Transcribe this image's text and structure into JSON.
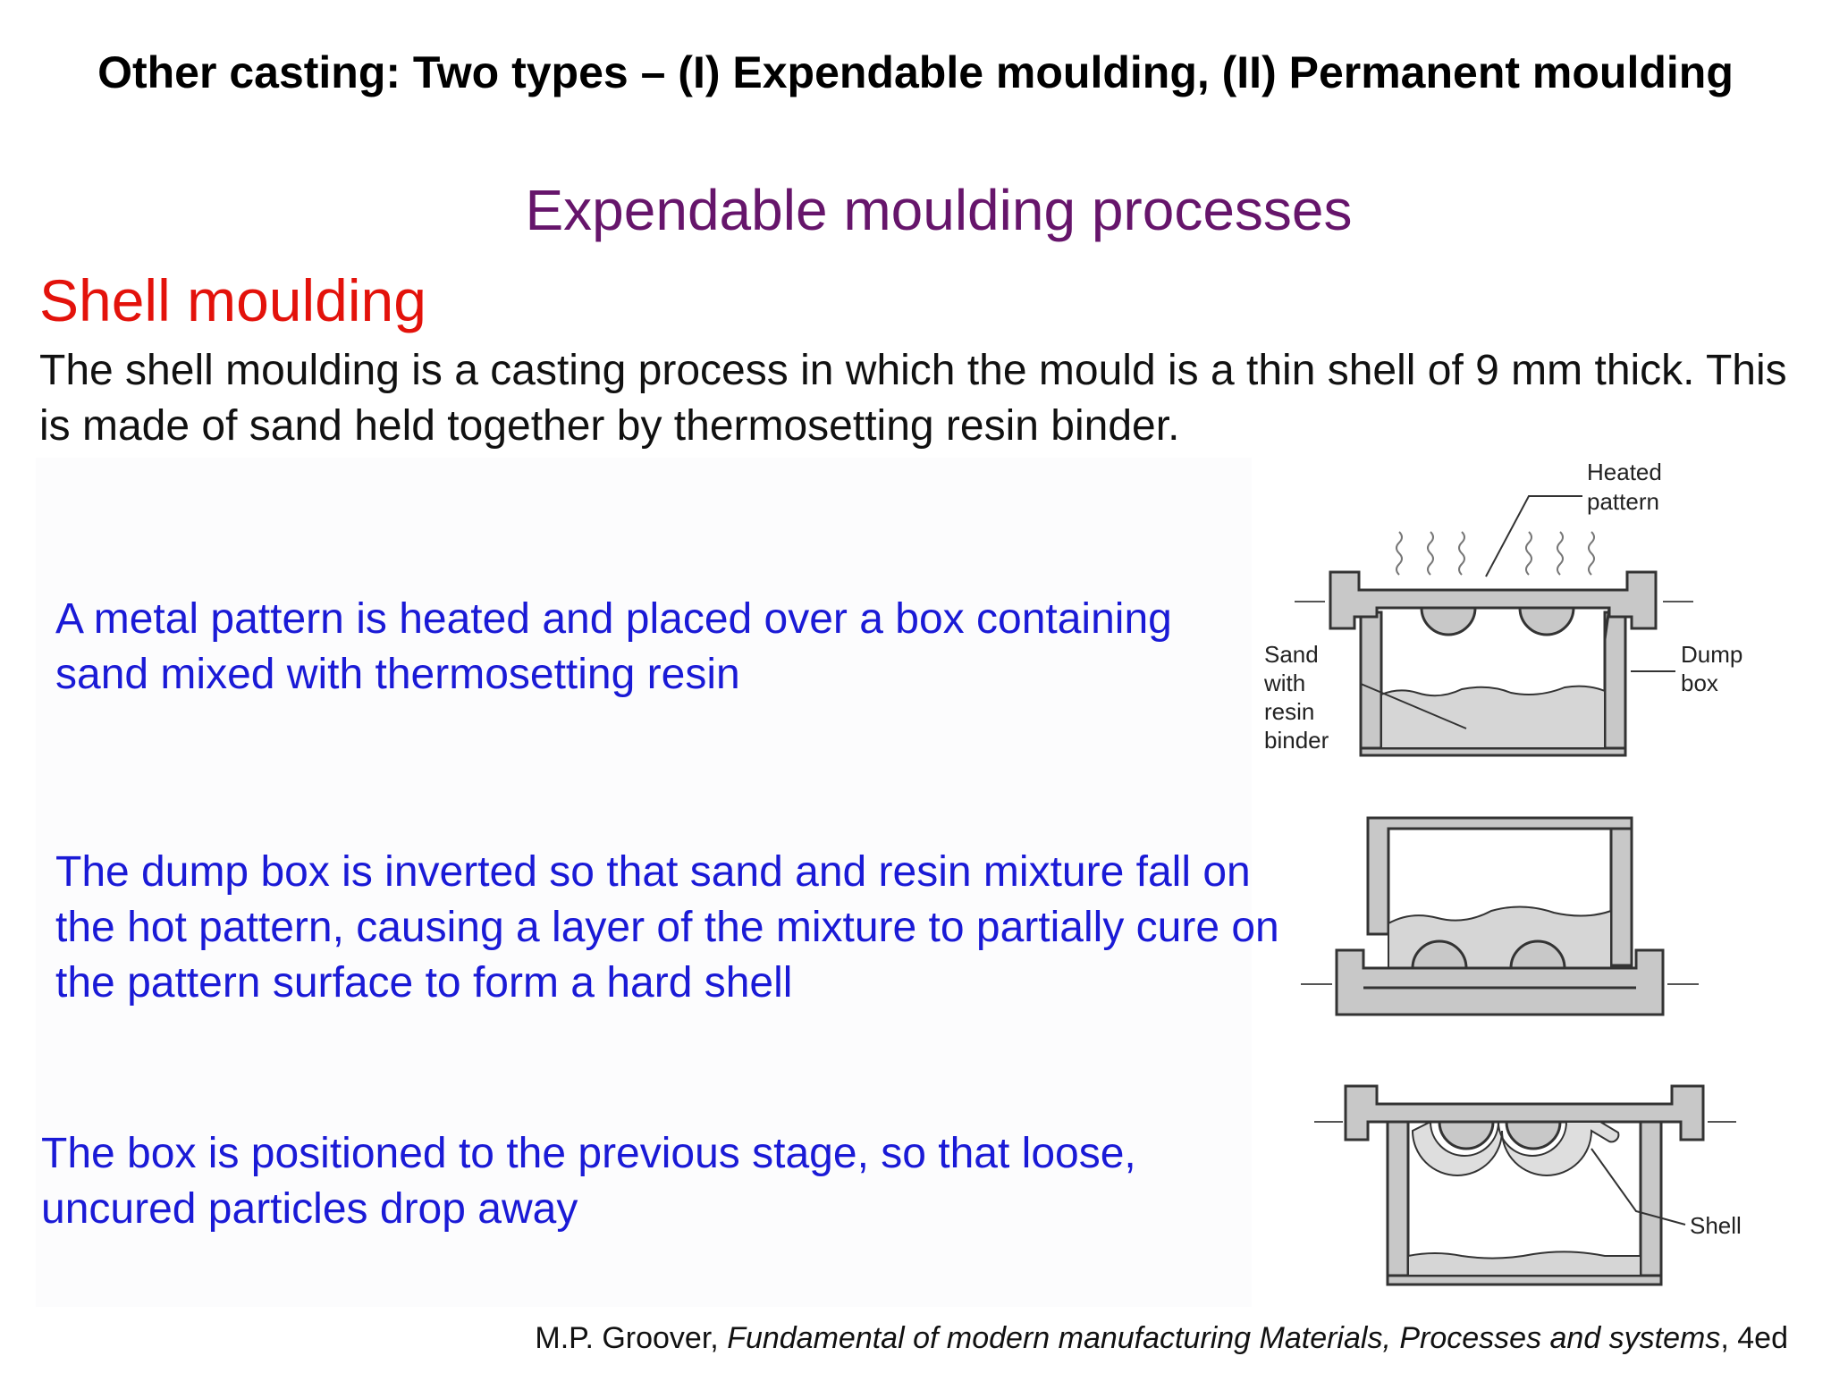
{
  "slide": {
    "title": "Other casting: Two types – (I) Expendable moulding, (II) Permanent moulding",
    "subtitle": "Expendable moulding processes",
    "heading": "Shell moulding",
    "intro": "The shell moulding is a casting process in which the mould is a thin shell of 9 mm thick. This is made of sand held together by thermosetting resin binder."
  },
  "steps": [
    {
      "text": "A metal pattern is heated and placed over a box containing sand mixed with thermosetting resin"
    },
    {
      "text": "The dump box is inverted so that sand and resin mixture fall on the hot pattern, causing a layer of the mixture to partially cure on the pattern surface to form a hard shell"
    },
    {
      "text": "The box is positioned to the previous stage, so that loose, uncured particles drop away"
    }
  ],
  "diagrams": {
    "d1": {
      "heated_pattern_line1": "Heated",
      "heated_pattern_line2": "pattern",
      "sand_line1": "Sand",
      "sand_line2": "with",
      "sand_line3": "resin",
      "sand_line4": "binder",
      "dump_line1": "Dump",
      "dump_line2": "box"
    },
    "d3": {
      "shell_label": "Shell"
    }
  },
  "citation": {
    "author": "M.P. Groover, ",
    "title": "Fundamental of modern manufacturing Materials, Processes and systems",
    "edition": ", 4ed"
  },
  "colors": {
    "title": "#000000",
    "subtitle": "#66156b",
    "heading": "#e3120b",
    "step_text": "#1a1ad6",
    "diagram_fill": "#c8c8c8",
    "sand_fill": "#d6d6d6"
  }
}
